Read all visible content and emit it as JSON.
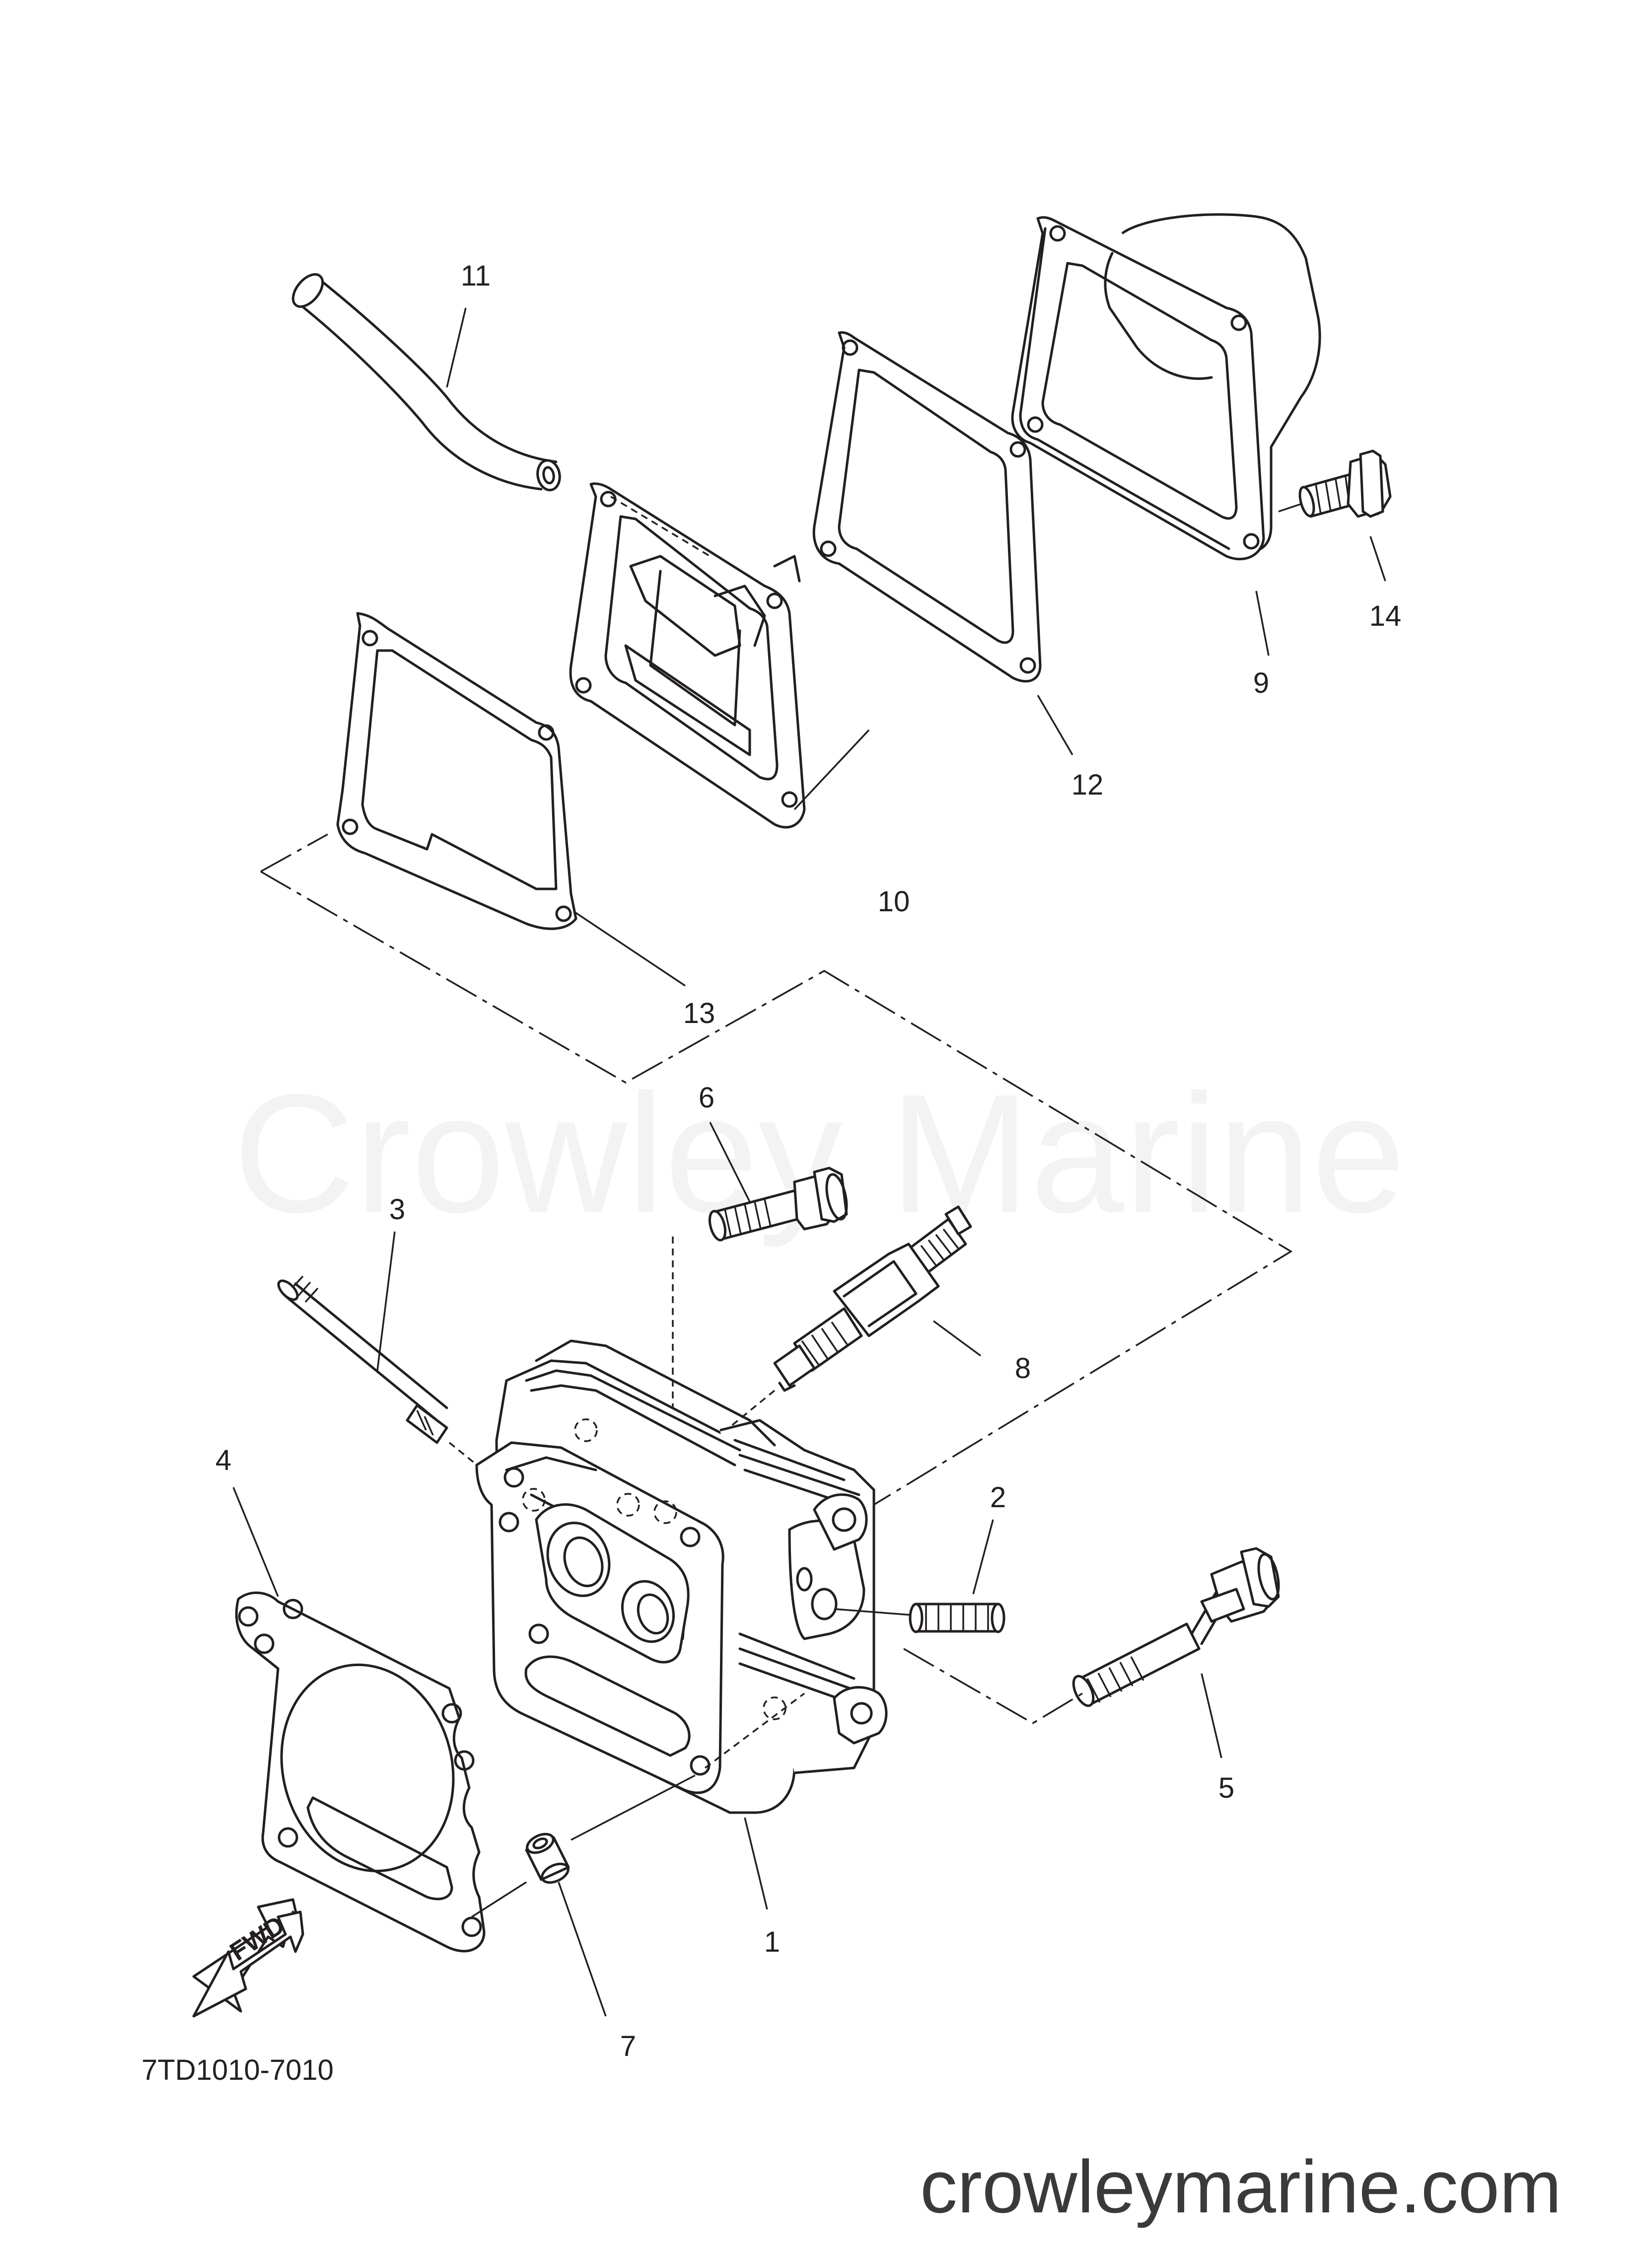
{
  "watermark": "Crowley Marine",
  "website": "crowleymarine.com",
  "diagram_code": "7TD1010-7010",
  "fwd_label": "FWD",
  "callouts": {
    "c1": "1",
    "c2": "2",
    "c3": "3",
    "c4": "4",
    "c5": "5",
    "c6": "6",
    "c7": "7",
    "c8": "8",
    "c9": "9",
    "c10": "10",
    "c11": "11",
    "c12": "12",
    "c13": "13",
    "c14": "14"
  }
}
